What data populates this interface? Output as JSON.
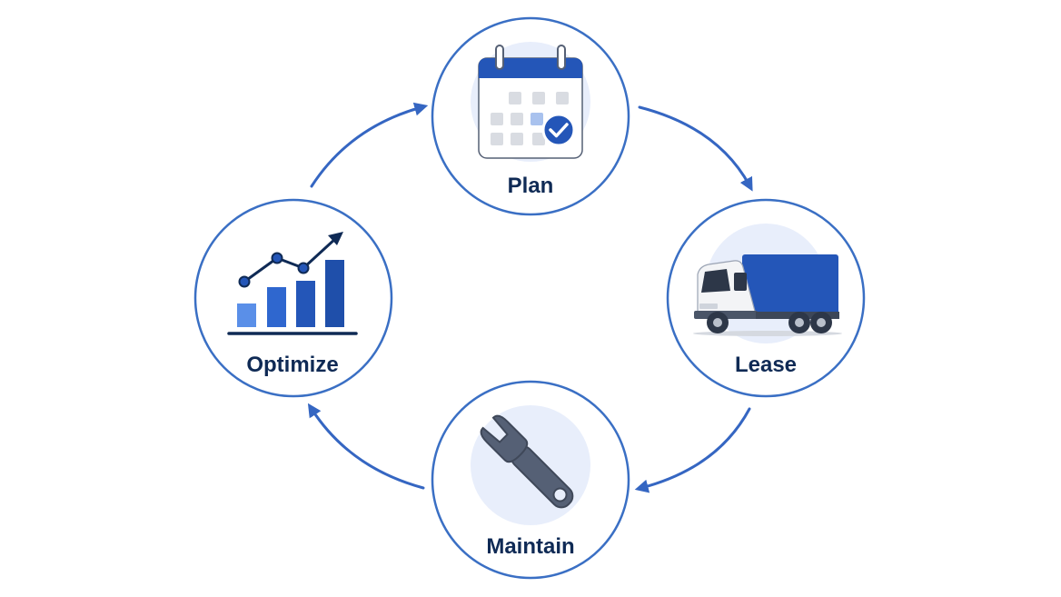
{
  "colors": {
    "ring": "#3a6fc4",
    "arrow": "#3566c2",
    "label": "#0f2a55",
    "halo": "#e8eefb",
    "primary": "#2456b8",
    "light": "#5a8fe8",
    "steel": "#556075"
  },
  "cycle": {
    "direction": "clockwise",
    "nodes": [
      {
        "id": "plan",
        "label": "Plan",
        "icon": "calendar-check-icon"
      },
      {
        "id": "lease",
        "label": "Lease",
        "icon": "truck-icon"
      },
      {
        "id": "maintain",
        "label": "Maintain",
        "icon": "wrench-icon"
      },
      {
        "id": "optimize",
        "label": "Optimize",
        "icon": "growth-chart-icon"
      }
    ]
  }
}
